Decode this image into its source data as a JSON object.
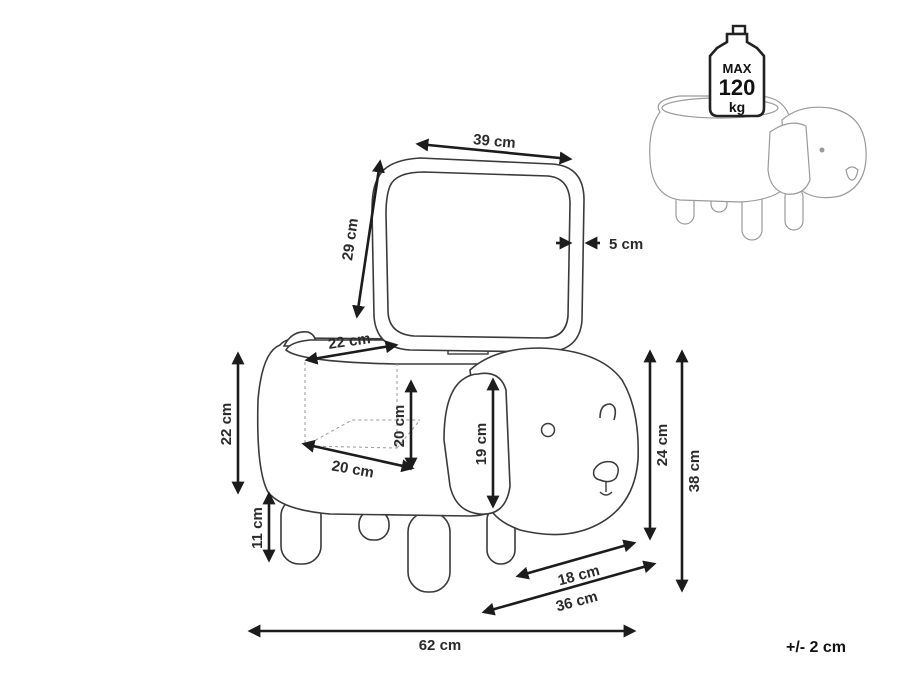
{
  "dimensions": {
    "lid_width": "39 cm",
    "lid_height": "29 cm",
    "lid_thickness": "5 cm",
    "inner_depth": "22 cm",
    "inner_height": "20 cm",
    "inner_width": "20 cm",
    "body_height": "22 cm",
    "leg_height": "11 cm",
    "ear_length": "19 cm",
    "head_height": "24 cm",
    "total_height": "38 cm",
    "head_width": "18 cm",
    "total_depth": "36 cm",
    "total_length": "62 cm"
  },
  "weight_badge": {
    "line1": "MAX",
    "line2": "120",
    "line3": "kg"
  },
  "tolerance": "+/- 2 cm"
}
